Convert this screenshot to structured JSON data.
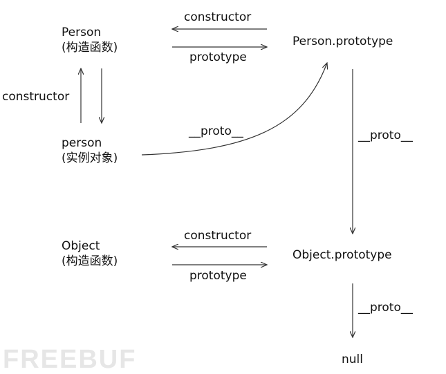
{
  "nodes": {
    "person_ctor": {
      "name": "Person",
      "note": "(构造函数)"
    },
    "person_instance": {
      "name": "person",
      "note": "(实例对象)"
    },
    "person_prototype": {
      "name": "Person.prototype"
    },
    "object_ctor": {
      "name": "Object",
      "note": "(构造函数)"
    },
    "object_prototype": {
      "name": "Object.prototype"
    },
    "null_node": {
      "name": "null"
    }
  },
  "edge_labels": {
    "person_constructor": "constructor",
    "person_prototype": "prototype",
    "person_left_constructor": "constructor",
    "person_proto": "__proto__",
    "personproto_proto": "__proto__",
    "object_constructor": "constructor",
    "object_prototype": "prototype",
    "objectproto_proto": "__proto__"
  },
  "watermark": "FREEBUF"
}
